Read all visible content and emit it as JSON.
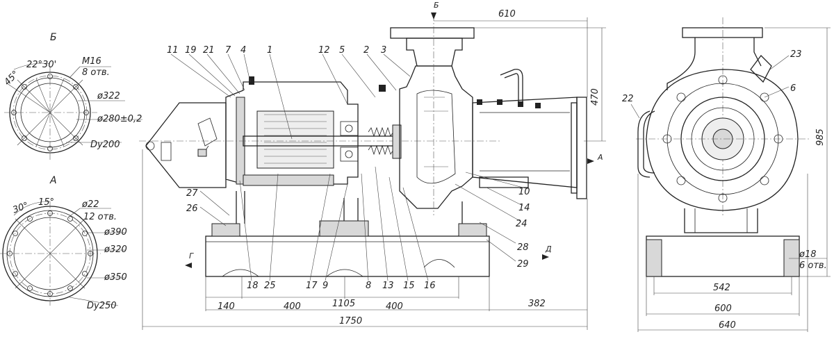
{
  "view_labels": {
    "view_b": "Б",
    "view_a": "А",
    "section_b": "Б",
    "section_a": "А",
    "section_g": "Г",
    "section_d": "Д"
  },
  "flange_b": {
    "angle_1": "45°",
    "angle_2": "22°30'",
    "bolt_thread": "M16",
    "hole_count": "8 отв.",
    "diameter_1": "ø322",
    "diameter_2": "ø280±0,2",
    "nominal": "Dy200"
  },
  "flange_a": {
    "angle_1": "30°",
    "angle_2": "15°",
    "hole_diameter": "ø22",
    "hole_count": "12 отв.",
    "diameter_1": "ø390",
    "diameter_2": "ø320",
    "diameter_3": "ø350",
    "nominal": "Dy250"
  },
  "part_callouts_top": [
    "11",
    "19",
    "21",
    "7",
    "4",
    "1",
    "12",
    "5",
    "2",
    "3"
  ],
  "part_callouts_left": [
    "27",
    "26"
  ],
  "part_callouts_bottom": [
    "18",
    "25",
    "17",
    "9",
    "8",
    "13",
    "15",
    "16"
  ],
  "part_callouts_right": [
    "10",
    "14",
    "24",
    "28",
    "29"
  ],
  "part_callouts_side": [
    "23",
    "6",
    "22"
  ],
  "dimensions_main": {
    "top_610": "610",
    "height_470": "470",
    "d140": "140",
    "d400_left": "400",
    "d400_right": "400",
    "d1105": "1105",
    "d382": "382",
    "d1750": "1750"
  },
  "dimensions_side": {
    "height_985": "985",
    "hole_diameter": "ø18",
    "hole_count": "6 отв.",
    "d542": "542",
    "d600": "600",
    "d640": "640"
  }
}
